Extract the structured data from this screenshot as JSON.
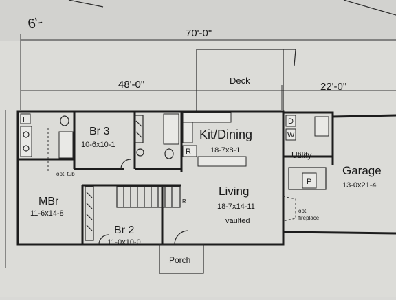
{
  "dimensions": {
    "overall": "70'-0\"",
    "house": "48'-0\"",
    "garage_width": "22'-0\"",
    "corner_mark": "6'-"
  },
  "rooms": {
    "br3": {
      "name": "Br 3",
      "size": "10-6x10-1"
    },
    "kitchen": {
      "name": "Kit/Dining",
      "size": "18-7x8-1"
    },
    "living": {
      "name": "Living",
      "size": "18-7x14-11",
      "note": "vaulted"
    },
    "mbr": {
      "name": "MBr",
      "size": "11-6x14-8"
    },
    "br2": {
      "name": "Br 2",
      "size": "11-0x10-0"
    },
    "utility": {
      "name": "Utility"
    },
    "garage": {
      "name": "Garage",
      "size": "13-0x21-4"
    },
    "deck": {
      "name": "Deck"
    },
    "porch": {
      "name": "Porch"
    }
  },
  "notes": {
    "opt_tub": "opt. tub",
    "opt_fireplace_1": "opt.",
    "opt_fireplace_2": "fireplace"
  },
  "fixtures": {
    "linen": "L",
    "dryer": "D",
    "washer": "W",
    "pantry": "P",
    "refrigerator": "R",
    "stair_mark": "R"
  }
}
